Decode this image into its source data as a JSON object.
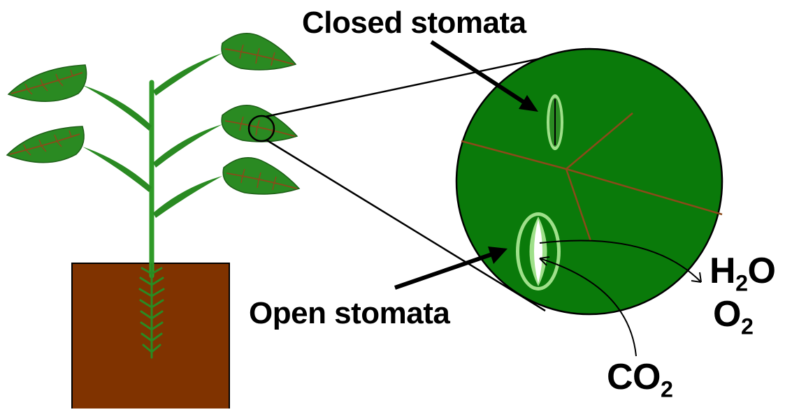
{
  "labels": {
    "closed_stomata": "Closed stomata",
    "open_stomata": "Open stomata",
    "water": {
      "main": "H",
      "sub": "2",
      "tail": "O"
    },
    "oxygen": {
      "main": "O",
      "sub": "2"
    },
    "carbon_dioxide": {
      "main": "CO",
      "sub": "2"
    }
  },
  "colors": {
    "leaf": "#2a8a22",
    "leaf_outline": "#1d5e17",
    "vein": "#8b4a1a",
    "stem": "#2f9a27",
    "pot": "#803300",
    "roots": "#2a8a22",
    "magnified_leaf": "#0a7a0a",
    "stoma_ring": "#9fe08a",
    "stoma_inner": "#3aa02a",
    "pore": "#ffffff"
  }
}
